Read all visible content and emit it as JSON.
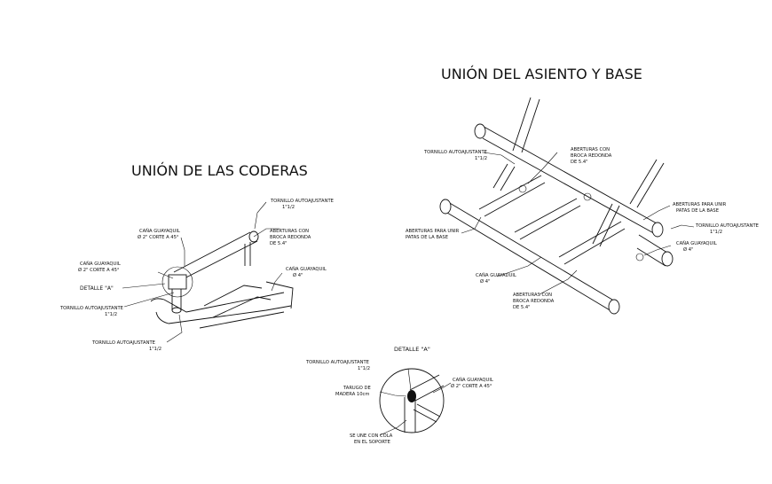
{
  "titles": {
    "coderas": "UNIÓN DE LAS CODERAS",
    "asiento": "UNIÓN DEL ASIENTO Y BASE",
    "detalle": "DETALLE \"A\""
  },
  "coderas_labels": {
    "tornillo_top": [
      "TORNILLO AUTOAJUSTANTE",
      "1\"1/2"
    ],
    "cana_corte_top": [
      "CAÑA GUAYAQUIL",
      "Ø 2\" CORTE A 45°"
    ],
    "aberturas": [
      "ABERTURAS CON",
      "BROCA REDONDA",
      "DE 5.4\""
    ],
    "cana_corte_left": [
      "CAÑA GUAYAQUIL",
      "Ø 2\" CORTE A 45°"
    ],
    "cana_4": [
      "CAÑA GUAYAQUIL",
      "Ø 4\""
    ],
    "detalle_ref": "DETALLE \"A\"",
    "tornillo_left": [
      "TORNILLO AUTOAJUSTANTE",
      "1\"1/2"
    ],
    "tornillo_bottom": [
      "TORNILLO AUTOAJUSTANTE",
      "1\"1/2"
    ]
  },
  "asiento_labels": {
    "tornillo": [
      "TORNILLO AUTOAJUSTANTE",
      "1\"1/2"
    ],
    "aberturas_top": [
      "ABERTURAS CON",
      "BROCA REDONDA",
      "DE 5.4\""
    ],
    "aberturas_unir_right": [
      "ABERTURAS PARA UNIR",
      "PATAS DE LA BASE"
    ],
    "tornillo_right": [
      "TORNILLO AUTOAJUSTANTE",
      "1\"1/2"
    ],
    "aberturas_unir_left": [
      "ABERTURAS PARA UNIR",
      "PATAS DE LA BASE"
    ],
    "cana_right": [
      "CAÑA GUAYAQUIL",
      "Ø 4\""
    ],
    "cana_left": [
      "CAÑA GUAYADUIL",
      "Ø 4\""
    ],
    "aberturas_bottom": [
      "ABERTURAS CON",
      "BROCA REDONDA",
      "DE 5.4\""
    ]
  },
  "detalle_labels": {
    "tornillo": [
      "TORNILLO AUTOAJUSTANTE",
      "1\"1/2"
    ],
    "cana": [
      "CAÑA GUAYAQUIL",
      "Ø 2\" CORTE A 45°"
    ],
    "tarugo": [
      "TARUGO DE",
      "MADERA 10cm"
    ],
    "cola": [
      "SE UNE CON COLA",
      "EN EL SOPORTE"
    ]
  },
  "colors": {
    "ink": "#111111",
    "paper": "#ffffff"
  }
}
